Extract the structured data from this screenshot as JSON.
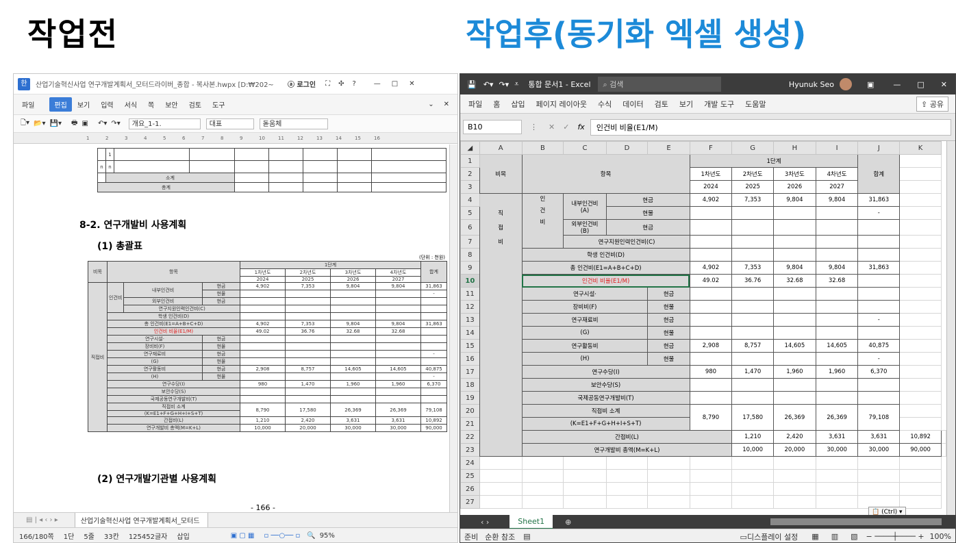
{
  "headings": {
    "before": "작업전",
    "after": "작업후(동기화 엑셀 생성)"
  },
  "hwp": {
    "title": "산업기술혁신사업 연구개발계획서_모터드라이버_종합 - 복사본.hwpx [D:₩202~",
    "login": "로그인",
    "menu": [
      "파일",
      "편집",
      "보기",
      "입력",
      "서식",
      "쪽",
      "보안",
      "검토",
      "도구"
    ],
    "toolbar": {
      "style": "개요_1-1.",
      "text_style": "대표",
      "font": "돋움체"
    },
    "ruler": [
      "1",
      "2",
      "3",
      "4",
      "5",
      "6",
      "7",
      "8",
      "9",
      "10",
      "11",
      "12",
      "13",
      "14",
      "15",
      "16"
    ],
    "top_table": {
      "r1": "1",
      "rn": "n",
      "sub": "소계",
      "total": "총계"
    },
    "section": "8-2. 연구개발비 사용계획",
    "subsection": "(1) 총괄표",
    "unit": "(단위 : 천원)",
    "next_section": "(2) 연구개발기관별 사용계획",
    "page_num": "- 166 -",
    "sheet_tab": "산업기술혁신사업 연구개발계획서_모터드",
    "status": {
      "page": "166/180쪽",
      "col": "1단",
      "line": "5줄",
      "char": "33칸",
      "chars": "125452글자",
      "mode": "삽입",
      "zoom": "95%"
    }
  },
  "excel": {
    "title": "통합 문서1 - Excel",
    "search": "검색",
    "user": "Hyunuk Seo",
    "menu": [
      "파일",
      "홈",
      "삽입",
      "페이지 레이아웃",
      "수식",
      "데이터",
      "검토",
      "보기",
      "개발 도구",
      "도움말"
    ],
    "share": "공유",
    "cell_ref": "B10",
    "formula": "인건비 비율(E1/M)",
    "columns": [
      "A",
      "B",
      "C",
      "D",
      "E",
      "F",
      "G",
      "H",
      "I",
      "J",
      "K"
    ],
    "sheet_tab": "Sheet1",
    "paste_ctrl": "(Ctrl)",
    "status": {
      "ready": "준비",
      "access": "순환 참조",
      "display": "디스플레이 설정",
      "zoom": "100%"
    }
  },
  "table": {
    "category": "비목",
    "item": "항목",
    "stage": "1단계",
    "total": "합계",
    "years": [
      "1차년도",
      "2차년도",
      "3차년도",
      "4차년도"
    ],
    "year_nums": [
      "2024",
      "2025",
      "2026",
      "2027"
    ],
    "direct": "직접비",
    "direct_chars": [
      "직",
      "접",
      "비"
    ],
    "labor": "인건비",
    "labor_chars": [
      "인",
      "건",
      "비"
    ],
    "cash": "현금",
    "kind": "현물",
    "internal": "내부인건비",
    "internal_sub": "(A)",
    "external": "외부인건비",
    "external_sub": "(B)",
    "support": "연구지원인력인건비(C)",
    "student": "학생 인건비(D)",
    "total_labor": "총 인건비(E1=A+B+C+D)",
    "ratio": "인건비 비율(E1/M)",
    "facility": "연구시설·",
    "facility_sub": "장비비(F)",
    "material": "연구재료비",
    "material_sub": "(G)",
    "activity": "연구활동비",
    "activity_sub": "(H)",
    "allowance": "연구수당(I)",
    "security": "보안수당(S)",
    "intl": "국제공동연구개발비(T)",
    "direct_sub": "직접비 소계",
    "direct_sub_f": "(K=E1+F+G+H+I+S+T)",
    "indirect": "간접비(L)",
    "grand": "연구개발비 총액(M=K+L)",
    "hwp_total_labor": "총 인건비(E1=A+B+C+D)",
    "hwp_ratio": "인건비 비율(E1/M)",
    "v_internal": [
      "4,902",
      "7,353",
      "9,804",
      "9,804",
      "31,863"
    ],
    "v_ext_dash": "-",
    "v_total_labor": [
      "4,902",
      "7,353",
      "9,804",
      "9,804",
      "31,863"
    ],
    "v_ratio": [
      "49.02",
      "36.76",
      "32.68",
      "32.68"
    ],
    "v_material_dash": "-",
    "v_activity": [
      "2,908",
      "8,757",
      "14,605",
      "14,605",
      "40,875"
    ],
    "v_activity_dash": "-",
    "v_allowance": [
      "980",
      "1,470",
      "1,960",
      "1,960",
      "6,370"
    ],
    "v_direct": [
      "8,790",
      "17,580",
      "26,369",
      "26,369",
      "79,108"
    ],
    "v_indirect": [
      "1,210",
      "2,420",
      "3,631",
      "3,631",
      "10,892"
    ],
    "v_grand": [
      "10,000",
      "20,000",
      "30,000",
      "30,000",
      "90,000"
    ]
  }
}
